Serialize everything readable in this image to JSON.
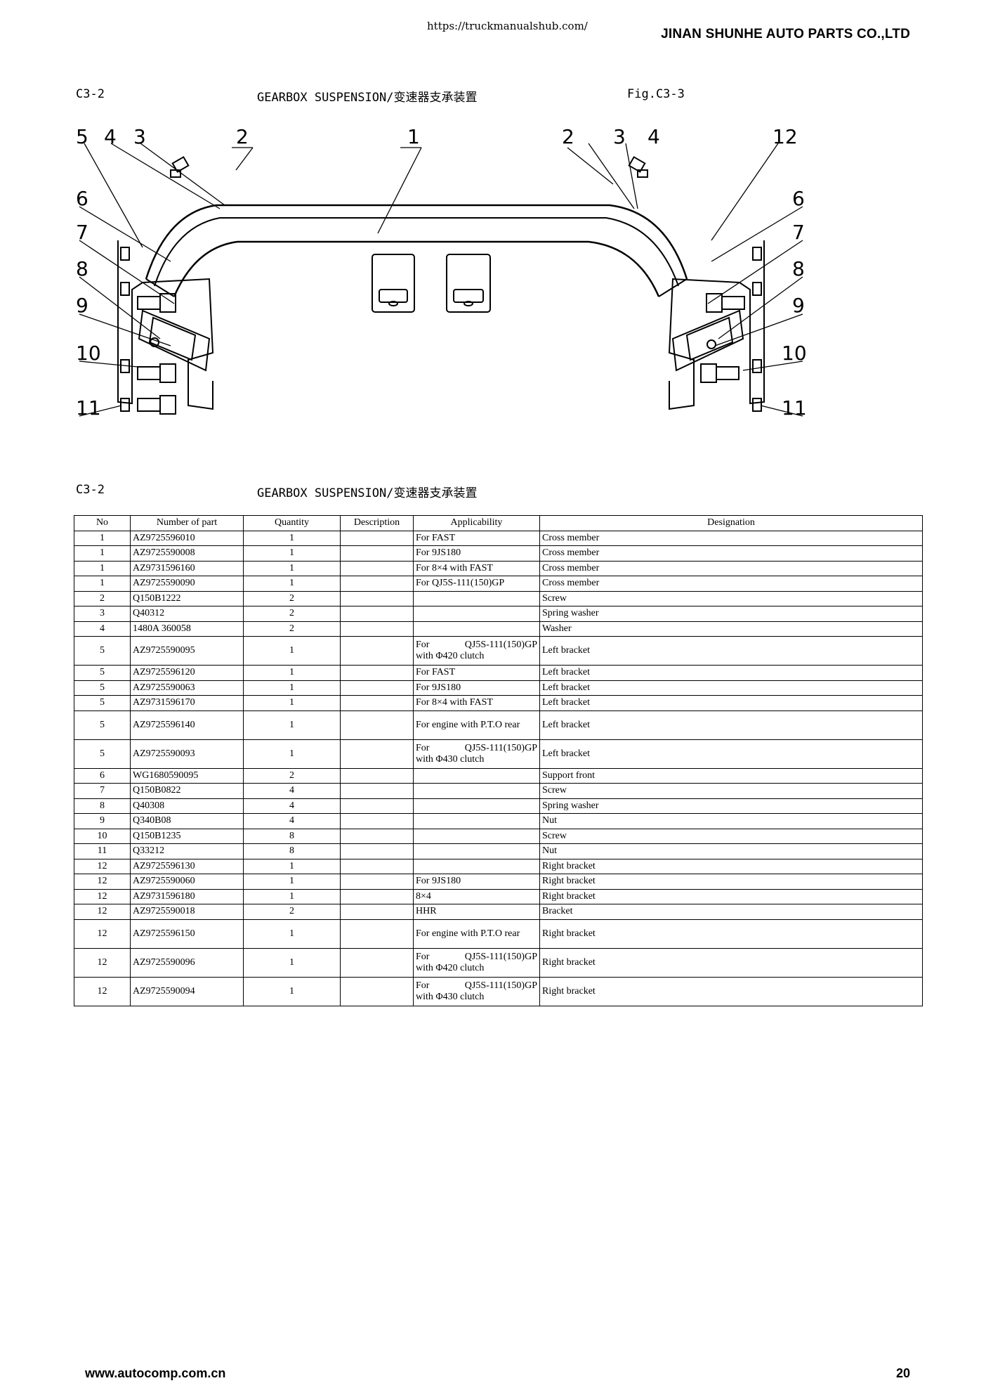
{
  "header": {
    "url": "https://truckmanualshub.com/",
    "company": "JINAN SHUNHE AUTO PARTS CO.,LTD"
  },
  "section_top": {
    "code": "C3-2",
    "title": "GEARBOX SUSPENSION/变速器支承装置",
    "figure": "Fig.C3-3"
  },
  "diagram": {
    "callouts_left": [
      "5",
      "4",
      "3",
      "2",
      "1",
      "6",
      "7",
      "8",
      "9",
      "10",
      "11"
    ],
    "callouts_right": [
      "2",
      "3",
      "4",
      "12",
      "6",
      "7",
      "8",
      "9",
      "10",
      "11"
    ]
  },
  "section_table": {
    "code": "C3-2",
    "title": "GEARBOX SUSPENSION/变速器支承装置"
  },
  "table": {
    "headers": [
      "No",
      "Number of part",
      "Quantity",
      "Description",
      "Applicability",
      "Designation"
    ],
    "rows": [
      {
        "no": "1",
        "part": "AZ9725596010",
        "qty": "1",
        "desc": "",
        "app": "For FAST",
        "des": "Cross member"
      },
      {
        "no": "1",
        "part": "AZ9725590008",
        "qty": "1",
        "desc": "",
        "app": "For 9JS180",
        "des": "Cross member"
      },
      {
        "no": "1",
        "part": "AZ9731596160",
        "qty": "1",
        "desc": "",
        "app": "For 8×4 with FAST",
        "des": "Cross member"
      },
      {
        "no": "1",
        "part": "AZ9725590090",
        "qty": "1",
        "desc": "",
        "app": "For QJ5S-111(150)GP",
        "des": "Cross member"
      },
      {
        "no": "2",
        "part": "Q150B1222",
        "qty": "2",
        "desc": "",
        "app": "",
        "des": "Screw"
      },
      {
        "no": "3",
        "part": "Q40312",
        "qty": "2",
        "desc": "",
        "app": "",
        "des": "Spring washer"
      },
      {
        "no": "4",
        "part": "1480A 360058",
        "qty": "2",
        "desc": "",
        "app": "",
        "des": "Washer"
      },
      {
        "no": "5",
        "part": "AZ9725590095",
        "qty": "1",
        "desc": "",
        "app": "",
        "app_a": "For",
        "app_b": "QJ5S-111(150)GP",
        "app_c": "with Φ420 clutch",
        "des": "Left bracket"
      },
      {
        "no": "5",
        "part": "AZ9725596120",
        "qty": "1",
        "desc": "",
        "app": "For FAST",
        "des": "Left bracket"
      },
      {
        "no": "5",
        "part": "AZ9725590063",
        "qty": "1",
        "desc": "",
        "app": "For 9JS180",
        "des": "Left bracket"
      },
      {
        "no": "5",
        "part": "AZ9731596170",
        "qty": "1",
        "desc": "",
        "app": "For 8×4 with FAST",
        "des": "Left bracket"
      },
      {
        "no": "5",
        "part": "AZ9725596140",
        "qty": "1",
        "desc": "",
        "app": "For engine with P.T.O rear",
        "des": "Left bracket"
      },
      {
        "no": "5",
        "part": "AZ9725590093",
        "qty": "1",
        "desc": "",
        "app": "",
        "app_a": "For",
        "app_b": "QJ5S-111(150)GP",
        "app_c": "with Φ430 clutch",
        "des": "Left bracket"
      },
      {
        "no": "6",
        "part": "WG1680590095",
        "qty": "2",
        "desc": "",
        "app": "",
        "des": "Support front"
      },
      {
        "no": "7",
        "part": "Q150B0822",
        "qty": "4",
        "desc": "",
        "app": "",
        "des": "Screw"
      },
      {
        "no": "8",
        "part": "Q40308",
        "qty": "4",
        "desc": "",
        "app": "",
        "des": "Spring washer"
      },
      {
        "no": "9",
        "part": "Q340B08",
        "qty": "4",
        "desc": "",
        "app": "",
        "des": "Nut"
      },
      {
        "no": "10",
        "part": "Q150B1235",
        "qty": "8",
        "desc": "",
        "app": "",
        "des": "Screw"
      },
      {
        "no": "11",
        "part": "Q33212",
        "qty": "8",
        "desc": "",
        "app": "",
        "des": "Nut"
      },
      {
        "no": "12",
        "part": "AZ9725596130",
        "qty": "1",
        "desc": "",
        "app": "",
        "des": "Right bracket"
      },
      {
        "no": "12",
        "part": "AZ9725590060",
        "qty": "1",
        "desc": "",
        "app": "For 9JS180",
        "des": "Right bracket"
      },
      {
        "no": "12",
        "part": "AZ9731596180",
        "qty": "1",
        "desc": "",
        "app": "8×4",
        "des": "Right bracket"
      },
      {
        "no": "12",
        "part": "AZ9725590018",
        "qty": "2",
        "desc": "",
        "app": "HHR",
        "des": "Bracket"
      },
      {
        "no": "12",
        "part": "AZ9725596150",
        "qty": "1",
        "desc": "",
        "app": "For engine with P.T.O rear",
        "des": "Right bracket"
      },
      {
        "no": "12",
        "part": "AZ9725590096",
        "qty": "1",
        "desc": "",
        "app": "",
        "app_a": "For",
        "app_b": "QJ5S-111(150)GP",
        "app_c": "with Φ420 clutch",
        "des": "Right bracket"
      },
      {
        "no": "12",
        "part": "AZ9725590094",
        "qty": "1",
        "desc": "",
        "app": "",
        "app_a": "For",
        "app_b": "QJ5S-111(150)GP",
        "app_c": "with Φ430 clutch",
        "des": "Right bracket"
      }
    ]
  },
  "footer": {
    "website": "www.autocomp.com.cn",
    "page": "20"
  }
}
